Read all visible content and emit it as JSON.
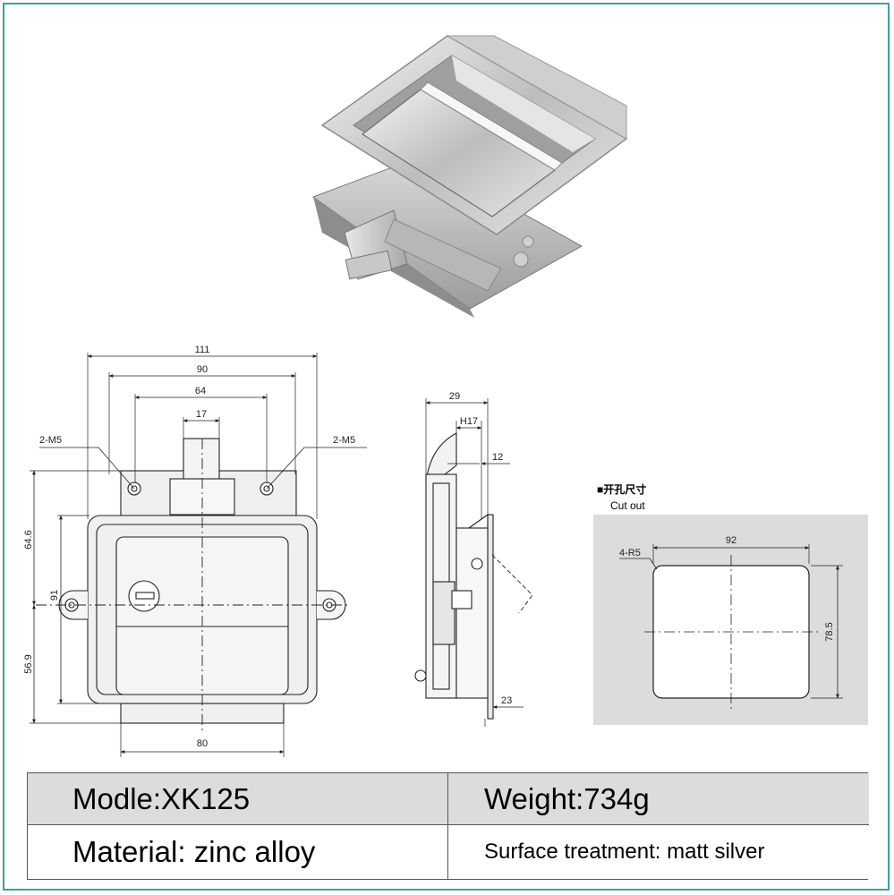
{
  "dimensions": {
    "width_111": "111",
    "width_90": "90",
    "width_64": "64",
    "width_17": "17",
    "hole_left": "2-M5",
    "hole_right": "2-M5",
    "height_64_6": "64.6",
    "height_91": "91",
    "height_56_9": "56.9",
    "width_80": "80",
    "side_29": "29",
    "side_h17": "H17",
    "side_12": "12",
    "side_23": "23"
  },
  "cutout": {
    "heading_cn": "■开孔尺寸",
    "heading_en": "Cut out",
    "corner_radius_label": "4-R5",
    "width_label": "92",
    "height_label": "78.5"
  },
  "specs": {
    "model": "Modle:XK125",
    "weight": "Weight:734g",
    "material": "Material: zinc alloy",
    "surface": "Surface treatment: matt silver"
  },
  "colors": {
    "border_accent": "#3aa39b",
    "cutout_bg": "#dcdcdc",
    "table_header_bg": "#dcdcdc"
  }
}
